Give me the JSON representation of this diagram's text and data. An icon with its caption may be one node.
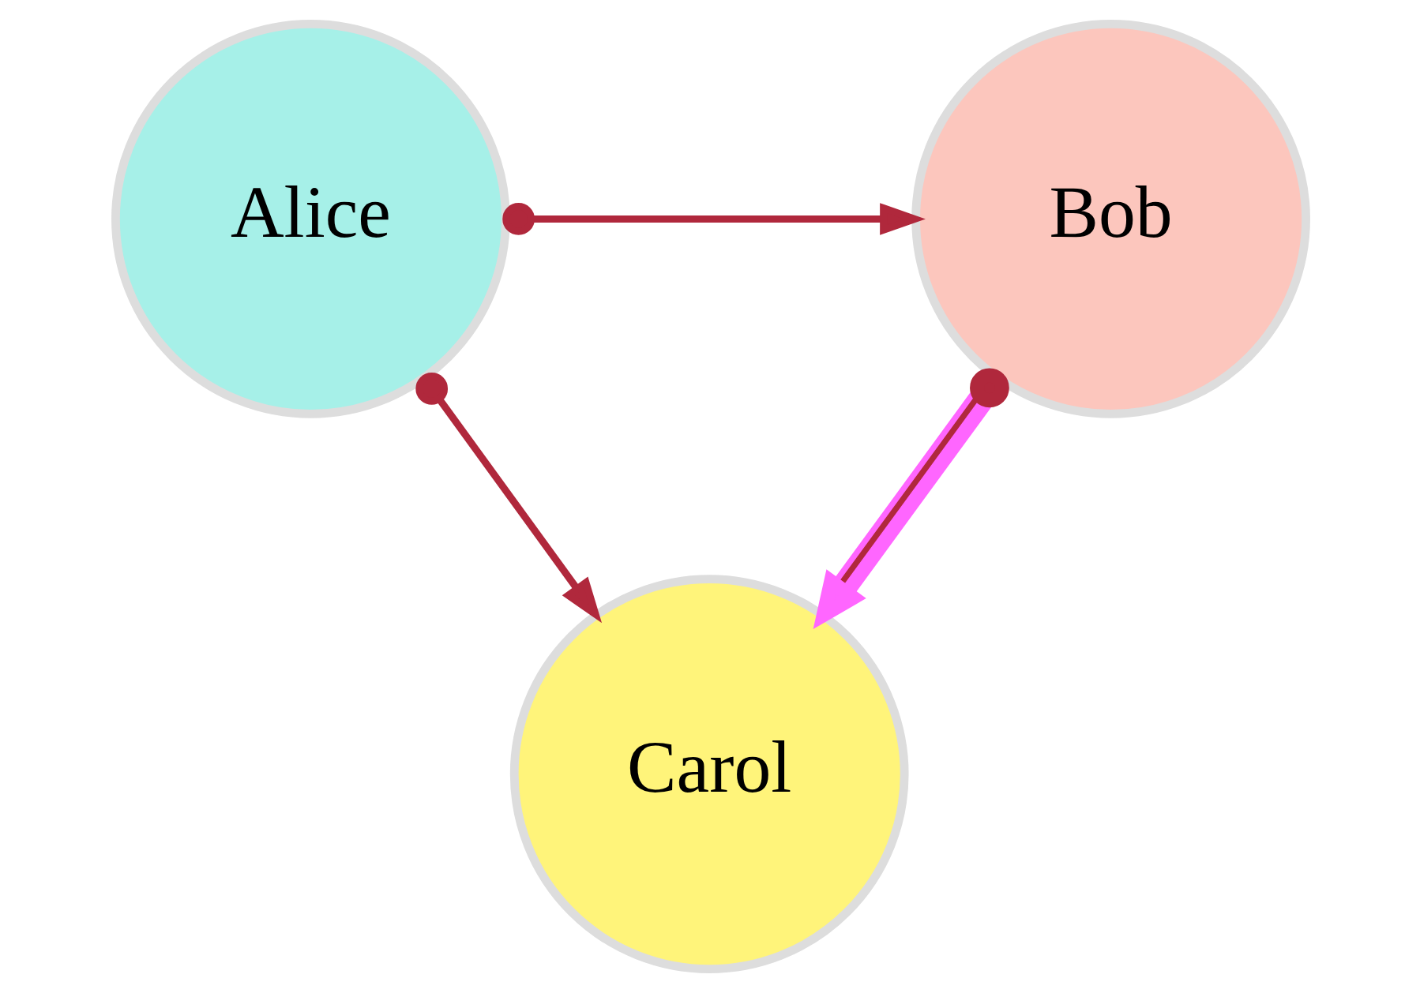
{
  "diagram": {
    "nodes": [
      {
        "text": [
          "Alice"
        ]
      },
      {
        "text": [
          "Bob"
        ]
      },
      {
        "text": [
          "Carol"
        ]
      }
    ],
    "edges": [
      {
        "from": 0,
        "to": 1,
        "arrow": "to"
      },
      {
        "from": 0,
        "to": 2,
        "arrow": "to"
      },
      {
        "from": 1,
        "to": 2,
        "arrow": "to",
        "style": "thick",
        "color": "#ff66ff"
      }
    ]
  }
}
